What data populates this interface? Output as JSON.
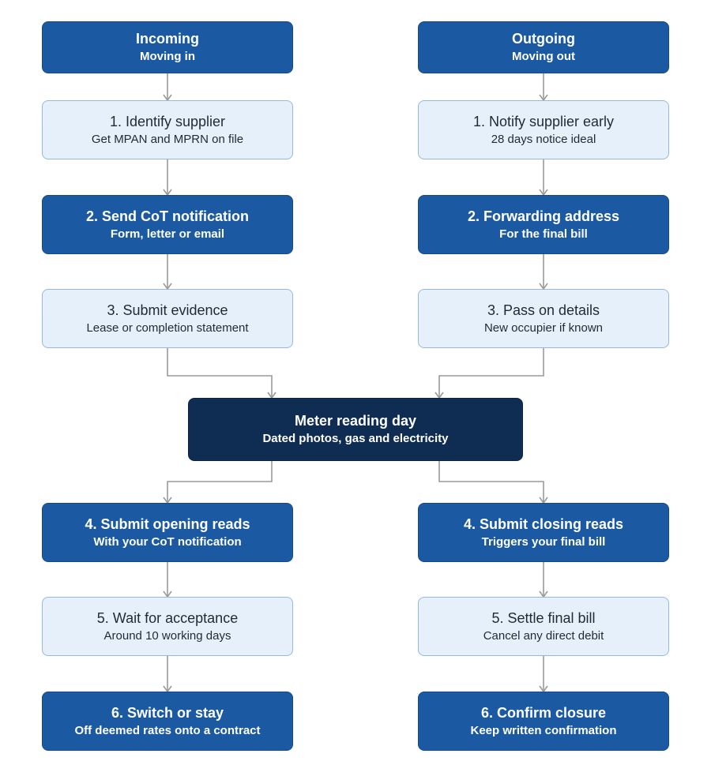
{
  "incoming": {
    "header": {
      "title": "Incoming",
      "subtitle": "Moving in"
    },
    "steps": [
      {
        "title": "1. Identify supplier",
        "subtitle": "Get MPAN and MPRN on file"
      },
      {
        "title": "2. Send CoT notification",
        "subtitle": "Form, letter or email"
      },
      {
        "title": "3. Submit evidence",
        "subtitle": "Lease or completion statement"
      },
      {
        "title": "4. Submit opening reads",
        "subtitle": "With your CoT notification"
      },
      {
        "title": "5. Wait for acceptance",
        "subtitle": "Around 10 working days"
      },
      {
        "title": "6. Switch or stay",
        "subtitle": "Off deemed rates onto a contract"
      }
    ]
  },
  "outgoing": {
    "header": {
      "title": "Outgoing",
      "subtitle": "Moving out"
    },
    "steps": [
      {
        "title": "1. Notify supplier early",
        "subtitle": "28 days notice ideal"
      },
      {
        "title": "2. Forwarding address",
        "subtitle": "For the final bill"
      },
      {
        "title": "3. Pass on details",
        "subtitle": "New occupier if known"
      },
      {
        "title": "4. Submit closing reads",
        "subtitle": "Triggers your final bill"
      },
      {
        "title": "5. Settle final bill",
        "subtitle": "Cancel any direct debit"
      },
      {
        "title": "6. Confirm closure",
        "subtitle": "Keep written confirmation"
      }
    ]
  },
  "center": {
    "title": "Meter reading day",
    "subtitle": "Dated photos, gas and electricity"
  },
  "colors": {
    "dark_box": "#1b5aa3",
    "light_box": "#e6f0fb",
    "light_border": "#97b8dc",
    "center_box": "#0f2d52",
    "connector": "#9a9a9a"
  }
}
